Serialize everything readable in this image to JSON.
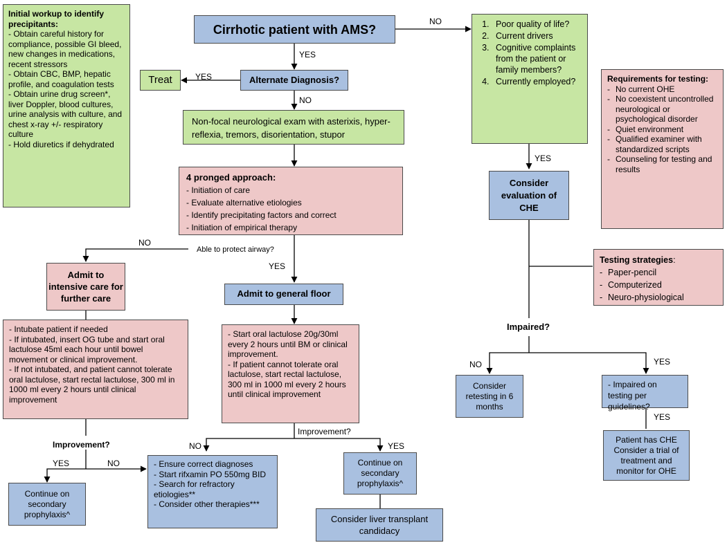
{
  "workup": {
    "title": "Initial workup to identify precipitants:",
    "items": [
      "- Obtain careful history for compliance, possible GI bleed, new changes in medications, recent stressors",
      "- Obtain CBC, BMP, hepatic profile, and coagulation tests",
      "- Obtain urine drug screen*, liver Doppler, blood cultures, urine analysis with culture, and chest x-ray +/- respiratory culture",
      "- Hold diuretics if dehydrated"
    ]
  },
  "start": "Cirrhotic patient with AMS?",
  "alt_dx": "Alternate Diagnosis?",
  "treat": "Treat",
  "exam": "Non-focal neurological exam with asterixis, hyper-reflexia, tremors, disorientation, stupor",
  "approach": {
    "title": "4 pronged approach:",
    "items": [
      "- Initiation of care",
      "- Evaluate alternative etiologies",
      "- Identify precipitating factors and correct",
      "- Initiation of empirical therapy"
    ]
  },
  "airway_q": "Able to protect airway?",
  "icu": "Admit to intensive care for further care",
  "floor": "Admit to general floor",
  "icu_tx": [
    "- Intubate patient if needed",
    "- If intubated, insert OG tube and start oral lactulose 45ml each hour until bowel movement or clinical improvement.",
    "- If not intubated, and patient cannot tolerate oral lactulose, start rectal lactulose, 300 ml in 1000 ml every 2 hours until clinical improvement"
  ],
  "floor_tx": [
    "- Start oral lactulose 20g/30ml every 2 hours until BM or clinical improvement.",
    "- If patient cannot tolerate oral lactulose, start rectal lactulose, 300 ml in 1000 ml every 2 hours until clinical improvement"
  ],
  "improvement_q": "Improvement?",
  "improvement_q2": "Improvement?",
  "continue_left": "Continue on secondary prophylaxis^",
  "refractory": [
    "- Ensure correct diagnoses",
    "- Start rifxamin PO 550mg BID",
    "- Search for refractory etiologies**",
    "- Consider other therapies***"
  ],
  "continue_mid": "Continue on secondary prophylaxis^",
  "transplant": "Consider liver transplant candidacy",
  "questions": [
    "Poor quality of life?",
    "Current drivers",
    "Cognitive complaints from the patient or family members?",
    "Currently employed?"
  ],
  "requirements": {
    "title": "Requirements for testing:",
    "items": [
      "No current OHE",
      "No coexistent uncontrolled neurological or psychological disorder",
      "Quiet environment",
      "Qualified examiner with standardized scripts",
      "Counseling for testing and results"
    ]
  },
  "consider_che": "Consider evaluation of CHE",
  "strategies": {
    "title": "Testing strategies",
    "colon": ":",
    "items": [
      "Paper-pencil",
      "Computerized",
      "Neuro-physiological"
    ]
  },
  "impaired_q": "Impaired?",
  "retest": "Consider retesting in 6 months",
  "impaired_guidelines": "- Impaired on testing per guidelines?",
  "patient_che": "Patient has CHE Consider a trial of treatment and monitor for OHE",
  "labels": {
    "yes": "YES",
    "no": "NO"
  }
}
